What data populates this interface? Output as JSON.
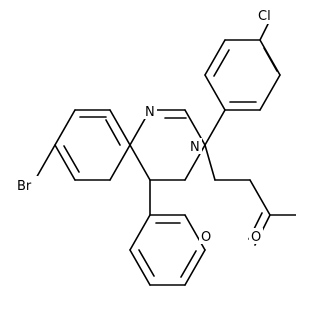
{
  "structure": {
    "atom_labels": {
      "chlorine": "Cl",
      "bromine": "Br",
      "nitrogen_ring": "N",
      "nitrogen_sub": "N",
      "oxygen_carbonyl": "O",
      "oxygen_ester": "O"
    }
  },
  "colors": {
    "bond": "#000000",
    "background": "#ffffff"
  }
}
